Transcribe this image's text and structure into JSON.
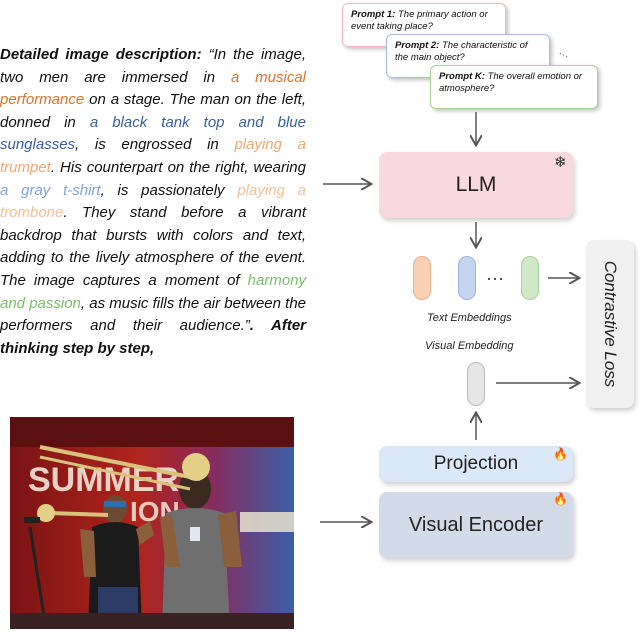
{
  "description": {
    "heading": "Detailed image description:",
    "open_quote": " “In the image, two men are immersed in ",
    "s1": "a musical performance",
    "t1": " on a stage. The man on the left, donned in ",
    "s2": "a black tank top and blue sunglasses",
    "t2": ", is engrossed in ",
    "s3": "playing a trumpet",
    "t3": ". His counterpart on the right, wearing ",
    "s4": "a gray t-shirt",
    "t4": ", is passionately ",
    "s5": "playing a trombone",
    "t5": ". They stand before a vibrant backdrop that bursts with colors and text, adding to the lively atmosphere of the event. The image captures a moment of ",
    "s6": "harmony and passion",
    "t6": ", as music fills the air between the performers and their audience.”",
    "tail": ". After thinking step by step,"
  },
  "prompts": [
    {
      "label": "Prompt 1:",
      "text": "The primary action or event taking place?"
    },
    {
      "label": "Prompt 2:",
      "text": "The characteristic of the main object?"
    },
    {
      "label": "Prompt K:",
      "text": "The overall emotion or atmosphere?"
    }
  ],
  "prompt_dots": "…",
  "boxes": {
    "llm": "LLM",
    "projection": "Projection",
    "visual_encoder": "Visual Encoder",
    "contrastive_loss": "Contrastive Loss"
  },
  "labels": {
    "text_embeddings": "Text Embeddings",
    "visual_embedding": "Visual Embedding",
    "dots": "···"
  },
  "icons": {
    "frozen": "snowflake-icon",
    "trainable": "fire-icon"
  },
  "colors": {
    "llm_box": "#f8d9df",
    "projection_box": "#dbe8f7",
    "encoder_box": "#d4dbe8",
    "orange_text": "#d9732a",
    "blue_text": "#3a5fa0",
    "green_text": "#7cbf6a"
  }
}
